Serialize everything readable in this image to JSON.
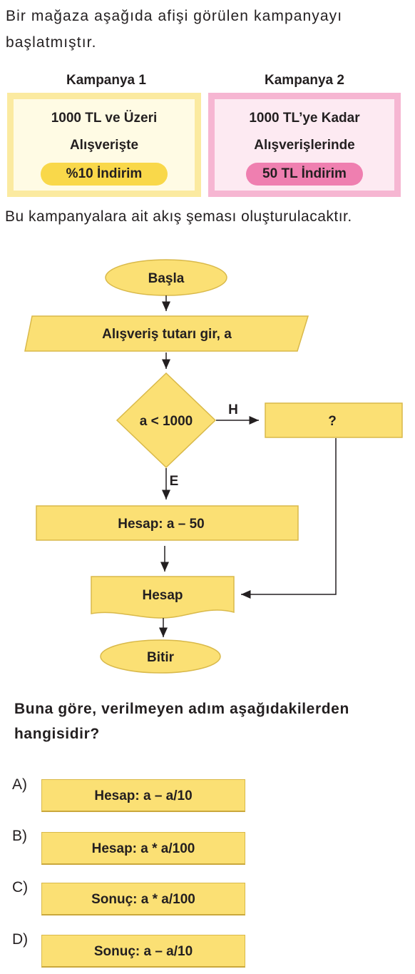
{
  "intro": "Bir mağaza aşağıda afişi görülen kampanyayı başlatmıştır.",
  "campaigns": [
    {
      "title": "Kampanya 1",
      "line1": "1000 TL ve Üzeri",
      "line2": "Alışverişte",
      "highlight": "%10 İndirim"
    },
    {
      "title": "Kampanya 2",
      "line1": "1000 TL’ye Kadar",
      "line2": "Alışverişlerinde",
      "highlight": "50 TL İndirim"
    }
  ],
  "paragraph2": "Bu kampanyalara ait akış şeması oluşturulacaktır.",
  "flowchart": {
    "start": "Başla",
    "input": "Alışveriş tutarı gir, a",
    "decision": "a < 1000",
    "no_label": "H",
    "yes_label": "E",
    "unknown_step": "?",
    "process": "Hesap: a – 50",
    "output": "Hesap",
    "end": "Bitir",
    "colors": {
      "fill": "#fbe074",
      "stroke": "#d9b94a"
    }
  },
  "question": "Buna göre, verilmeyen adım aşağıdakilerden hangisidir?",
  "options": [
    {
      "letter": "A)",
      "text": "Hesap: a – a/10"
    },
    {
      "letter": "B)",
      "text": "Hesap: a * a/100"
    },
    {
      "letter": "C)",
      "text": "Sonuç: a * a/100"
    },
    {
      "letter": "D)",
      "text": "Sonuç: a – a/10"
    }
  ]
}
